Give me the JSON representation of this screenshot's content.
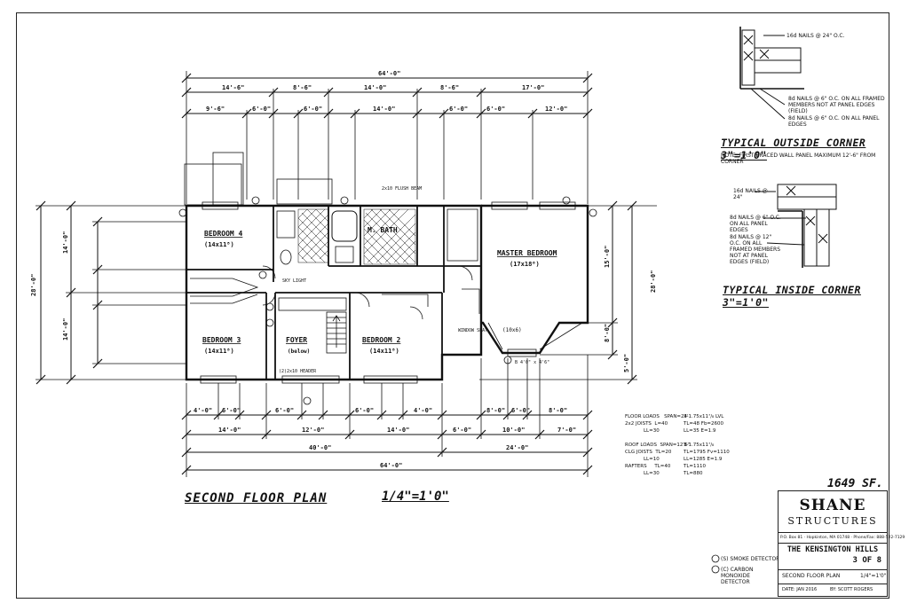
{
  "drawing": {
    "title": "SECOND FLOOR PLAN",
    "scale": "1/4\"=1'0\"",
    "square_footage": "1649 SF.",
    "rooms": {
      "bedroom4": {
        "name": "BEDROOM 4",
        "size": "(14x11⁸)"
      },
      "bedroom3": {
        "name": "BEDROOM 3",
        "size": "(14x11⁸)"
      },
      "bedroom2": {
        "name": "BEDROOM 2",
        "size": "(14x11⁸)"
      },
      "foyer": {
        "name": "FOYER",
        "size": "(below)"
      },
      "master_bedroom": {
        "name": "MASTER BEDROOM",
        "size": "(17x18⁶)"
      },
      "m_bath": {
        "name": "M. BATH"
      }
    },
    "dimensions": {
      "overall_top": "64'-0\"",
      "overall_bottom": "64'-0\"",
      "row1": [
        "14'-6\"",
        "8'-6\"",
        "14'-0\"",
        "8'-6\"",
        "17'-0\""
      ],
      "row2": [
        "9'-6\"",
        "6'-0\"",
        "6'-0\"",
        "14'-0\"",
        "6'-0\"",
        "6'-0\"",
        "12'-0\""
      ],
      "bottom_row1": [
        "4'-0\"",
        "6'-0\"",
        "6'-0\"",
        "6'-0\"",
        "4'-0\"",
        "8'-0\"",
        "6'-0\"",
        "8'-0\""
      ],
      "bottom_row2": [
        "14'-0\"",
        "12'-0\"",
        "14'-0\"",
        "6'-0\"",
        "10'-0\"",
        "7'-0\""
      ],
      "bottom_row3": [
        "40'-0\"",
        "24'-0\""
      ],
      "left_overall": "28'-0\"",
      "left_parts": [
        "14'-0\"",
        "14'-0\""
      ],
      "right_overall": "28'-0\"",
      "right_parts": [
        "15'-0\"",
        "8'-0\"",
        "5'-0\""
      ]
    },
    "notes": {
      "header": "(2)2x10 HEADER",
      "skylight": "SKY LIGHT",
      "smoke_note": "2x10 FLUSH BEAM",
      "window_seat": "WINDOW SEAT",
      "bay": "(10x6)",
      "bay_window": "B 4'0\" x 4'6\""
    }
  },
  "details": {
    "outside_corner": {
      "title": "TYPICAL OUTSIDE CORNER  3\"=1'0\"",
      "note": "NOTE: FIRST BRACED WALL PANEL MAXIMUM 12'-6\" FROM CORNER",
      "callouts": [
        "16d NAILS @ 24\" O.C.",
        "8d NAILS @ 6\" O.C. ON ALL FRAMED MEMBERS NOT AT PANEL EDGES (FIELD)",
        "8d NAILS @ 6\" O.C. ON ALL PANEL EDGES"
      ]
    },
    "inside_corner": {
      "title": "TYPICAL INSIDE CORNER  3\"=1'0\"",
      "callouts": [
        "16d NAILS @ 24\"",
        "8d NAILS @ 6\" O.C. ON ALL PANEL EDGES",
        "8d NAILS @ 12\" O.C. ON ALL FRAMED MEMBERS NOT AT PANEL EDGES (FIELD)"
      ]
    }
  },
  "schedules": {
    "left": "FLOOR LOADS   SPAN=24'\n2x2 JOISTS  L=40\n            LL=30\n\nROOF LOADS  SPAN=12'6\"\nCLG JOISTS  TL=20\n            LL=10\nRAFTERS     TL=40\n            LL=30",
    "right": "3-1.75x11⁷/₈ LVL\nTL=48 Fb=2600\nLL=35 E=1.9\n\n3-1.75x11⁷/₈\nTL=1795 Fv=1110\nLL=1285 E=1.9\nTL=1110\nTL=880"
  },
  "legend": {
    "smoke": "(S) SMOKE DETECTOR",
    "co": "(C) CARBON MONOXIDE DETECTOR"
  },
  "title_block": {
    "company_line1": "SHANE",
    "company_line2": "STRUCTURES",
    "address": "P.O. Box 81 · Hopkinton, MA 01748 · Phone/Fax: 888-522-7129",
    "project": "THE KENSINGTON HILLS",
    "sheet": "3 OF 8",
    "drawing": "SECOND FLOOR PLAN",
    "scale": "1/4\"=1'0\"",
    "date": "DATE: JAN 2016",
    "drawn_by": "BY: SCOTT ROGERS"
  }
}
